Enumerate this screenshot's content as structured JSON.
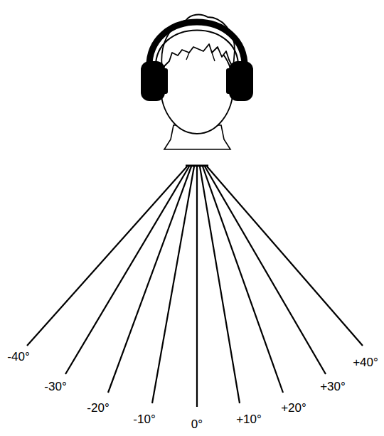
{
  "diagram": {
    "labels": [
      "-40°",
      "-30°",
      "-20°",
      "-10°",
      "0°",
      "+10°",
      "+20°",
      "+30°",
      "+40°"
    ]
  }
}
